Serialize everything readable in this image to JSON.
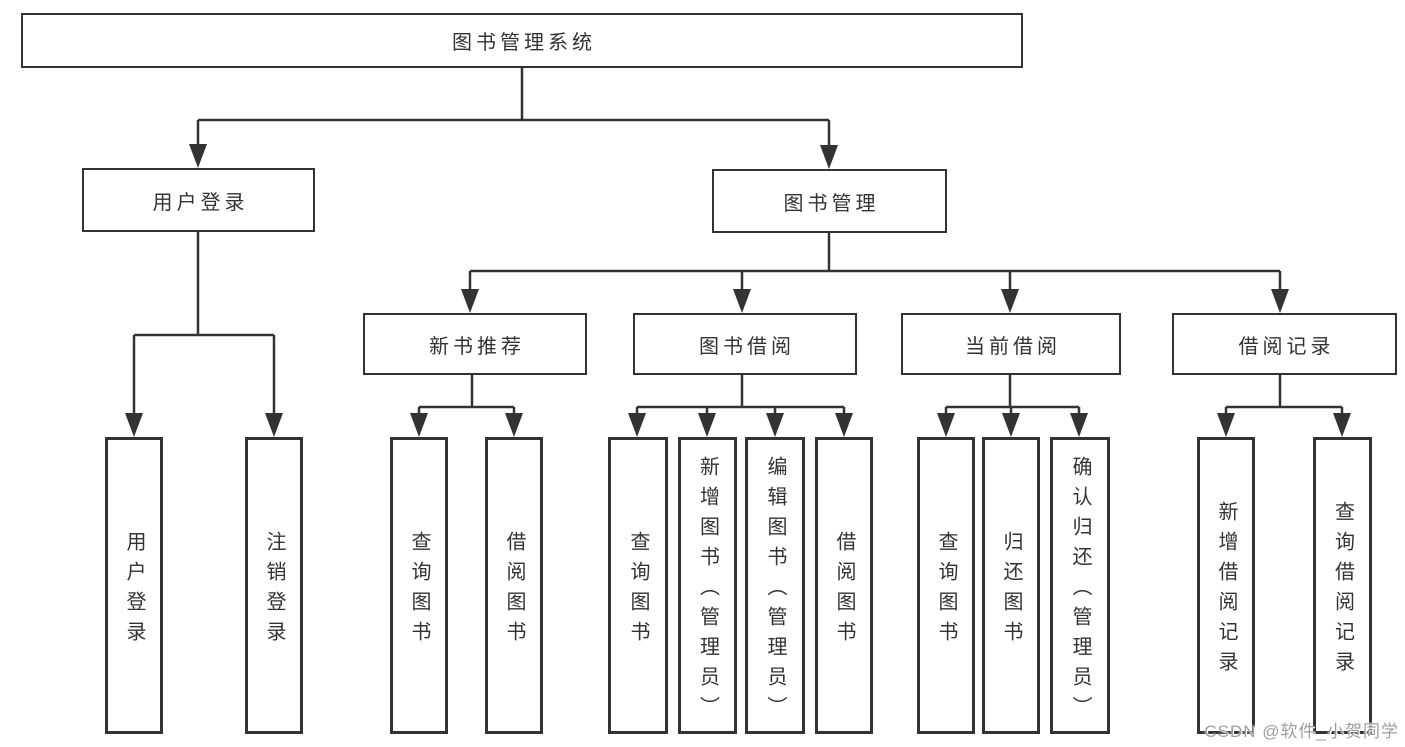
{
  "diagram": {
    "root": {
      "label": "图书管理系统"
    },
    "level2": [
      {
        "label": "用户登录"
      },
      {
        "label": "图书管理"
      }
    ],
    "level3": [
      {
        "label": "新书推荐"
      },
      {
        "label": "图书借阅"
      },
      {
        "label": "当前借阅"
      },
      {
        "label": "借阅记录"
      }
    ],
    "leaves": {
      "user_login": [
        {
          "label": "用户登录"
        },
        {
          "label": "注销登录"
        }
      ],
      "new_book_recommend": [
        {
          "label": "查询图书"
        },
        {
          "label": "借阅图书"
        }
      ],
      "book_borrowing": [
        {
          "label": "查询图书"
        },
        {
          "label": "新增图书（管理员）"
        },
        {
          "label": "编辑图书（管理员）"
        },
        {
          "label": "借阅图书"
        }
      ],
      "current_borrowing": [
        {
          "label": "查询图书"
        },
        {
          "label": "归还图书"
        },
        {
          "label": "确认归还（管理员）"
        }
      ],
      "borrowing_records": [
        {
          "label": "新增借阅记录"
        },
        {
          "label": "查询借阅记录"
        }
      ]
    }
  },
  "watermark": "CSDN @软件_小贺同学",
  "colors": {
    "line": "#333333",
    "text": "#333333",
    "box_background": "#ffffff",
    "background": "#ffffff",
    "watermark": "#9e9e9e"
  }
}
